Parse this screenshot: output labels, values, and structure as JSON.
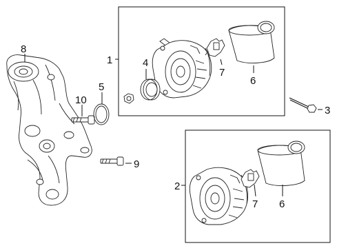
{
  "callouts": {
    "c1": "1",
    "c2": "2",
    "c3": "3",
    "c4": "4",
    "c5": "5",
    "c6a": "6",
    "c6b": "6",
    "c7a": "7",
    "c7b": "7",
    "c8": "8",
    "c9": "9",
    "c10": "10"
  },
  "icons": {
    "knuckle": "steering-knuckle-icon",
    "alternator": "alternator-icon",
    "pulley": "pulley-icon",
    "nut": "nut-icon",
    "regulator": "voltage-regulator-icon",
    "cover": "alternator-cover-icon",
    "bolt": "bolt-icon",
    "snap_ring": "snap-ring-icon"
  }
}
